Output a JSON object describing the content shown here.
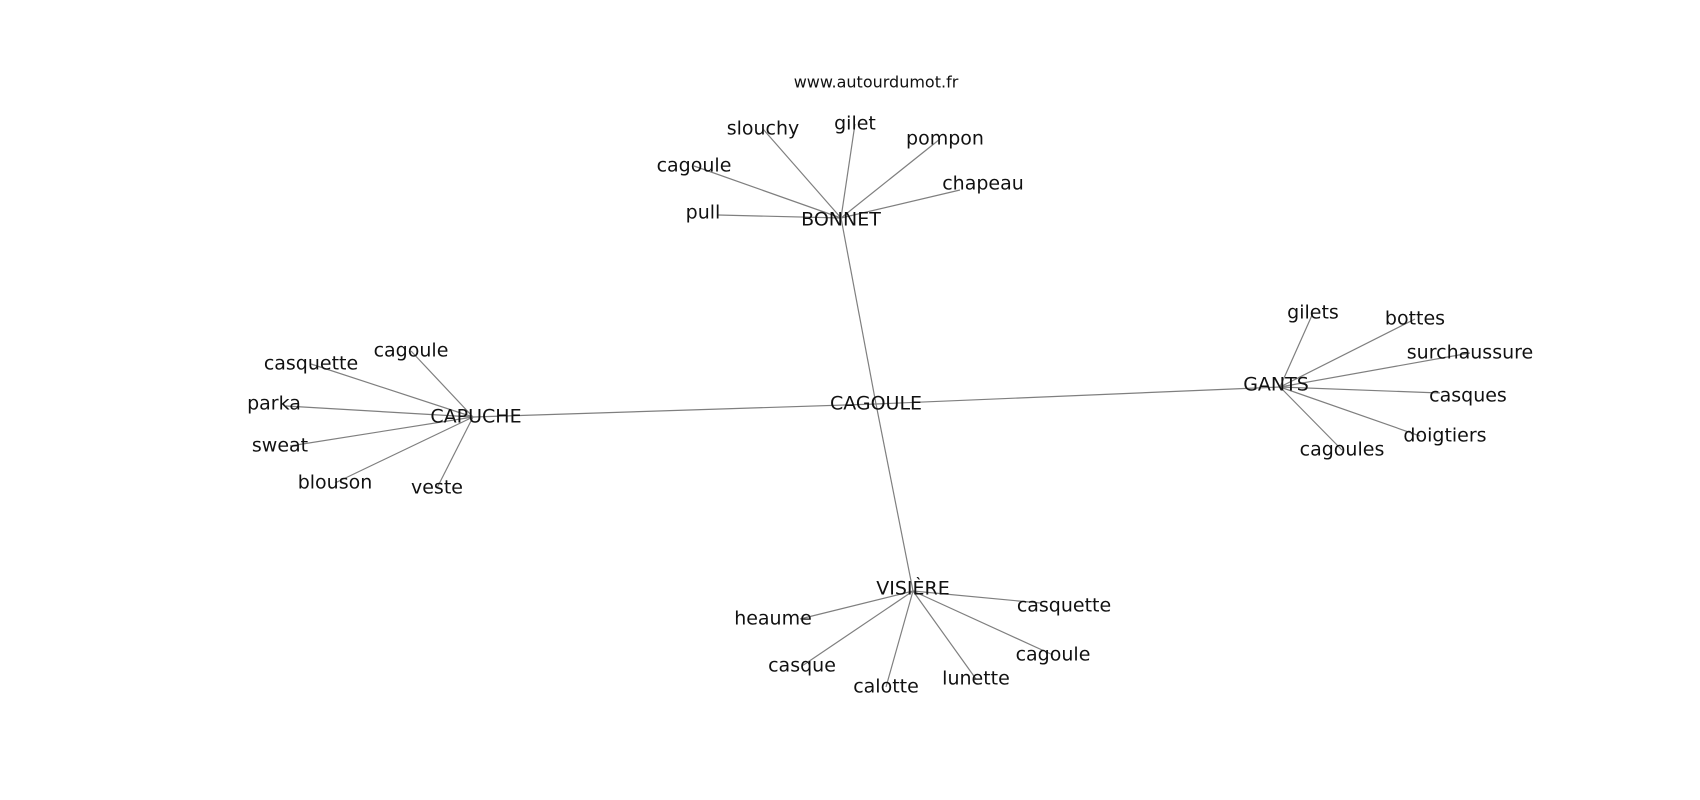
{
  "source": "www.autourdumot.fr",
  "center": "CAGOULE",
  "hubs": [
    {
      "id": "bonnet",
      "label": "BONNET",
      "words": [
        "slouchy",
        "gilet",
        "pompon",
        "cagoule",
        "chapeau",
        "pull"
      ]
    },
    {
      "id": "capuche",
      "label": "CAPUCHE",
      "words": [
        "cagoule",
        "casquette",
        "parka",
        "sweat",
        "blouson",
        "veste"
      ]
    },
    {
      "id": "gants",
      "label": "GANTS",
      "words": [
        "gilets",
        "bottes",
        "surchaussure",
        "casques",
        "doigtiers",
        "cagoules"
      ]
    },
    {
      "id": "visiere",
      "label": "VISIÈRE",
      "words": [
        "heaume",
        "casquette",
        "casque",
        "cagoule",
        "calotte",
        "lunette"
      ]
    }
  ]
}
